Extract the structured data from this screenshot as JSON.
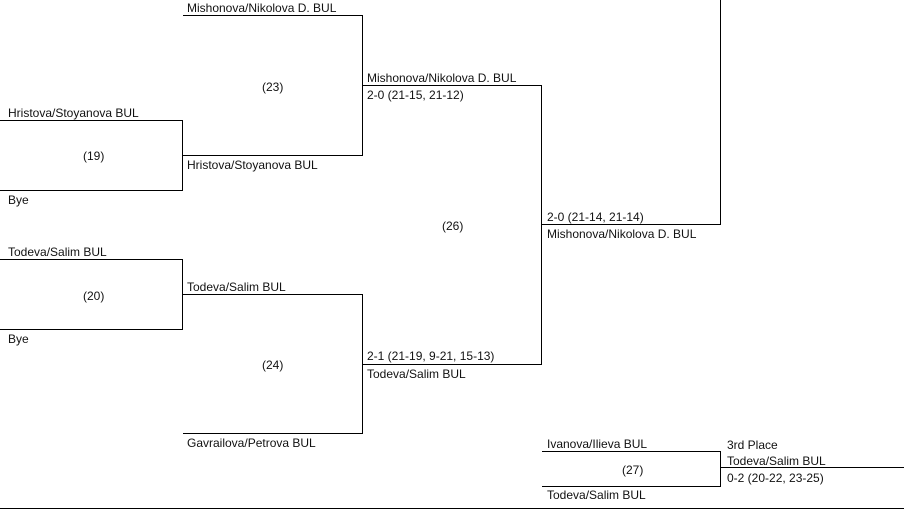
{
  "round1": {
    "m19": {
      "top": "Hristova/Stoyanova BUL",
      "bottom": "Bye",
      "num": "(19)"
    },
    "m20": {
      "top": "Todeva/Salim BUL",
      "bottom": "Bye",
      "num": "(20)"
    }
  },
  "round2": {
    "m23": {
      "top": "Mishonova/Nikolova D. BUL",
      "bottom": "Hristova/Stoyanova BUL",
      "num": "(23)"
    },
    "m24": {
      "top": "Todeva/Salim BUL",
      "bottom": "Gavrailova/Petrova BUL",
      "num": "(24)"
    }
  },
  "round3": {
    "m26": {
      "top_name": "Mishonova/Nikolova D. BUL",
      "top_score": "2-0 (21-15, 21-12)",
      "bottom_score": "2-1 (21-19, 9-21, 15-13)",
      "bottom_name": "Todeva/Salim BUL",
      "num": "(26)"
    }
  },
  "round4": {
    "score": "2-0 (21-14, 21-14)",
    "name": "Mishonova/Nikolova D. BUL"
  },
  "third_place": {
    "top": "Ivanova/Ilieva BUL",
    "bottom": "Todeva/Salim BUL",
    "num": "(27)",
    "label": "3rd Place",
    "winner": "Todeva/Salim BUL",
    "score": "0-2 (20-22, 23-25)"
  }
}
